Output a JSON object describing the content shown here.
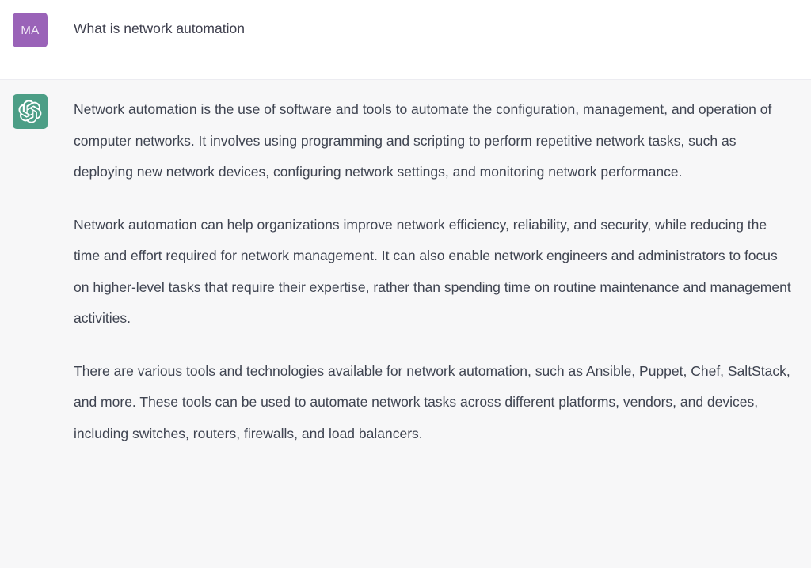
{
  "conversation": {
    "user_message": {
      "avatar": {
        "initials": "MA",
        "color": "#9a63b8",
        "icon_name": "user-avatar"
      },
      "text": "What is network automation"
    },
    "assistant_message": {
      "avatar": {
        "color": "#4c9e86",
        "icon_name": "openai-logo-icon"
      },
      "paragraphs": [
        "Network automation is the use of software and tools to automate the configuration, management, and operation of computer networks. It involves using programming and scripting to perform repetitive network tasks, such as deploying new network devices, configuring network settings, and monitoring network performance.",
        "Network automation can help organizations improve network efficiency, reliability, and security, while reducing the time and effort required for network management. It can also enable network engineers and administrators to focus on higher-level tasks that require their expertise, rather than spending time on routine maintenance and management activities.",
        "There are various tools and technologies available for network automation, such as Ansible, Puppet, Chef, SaltStack, and more. These tools can be used to automate network tasks across different platforms, vendors, and devices, including switches, routers, firewalls, and load balancers."
      ]
    }
  },
  "colors": {
    "user_bg": "#ffffff",
    "assistant_bg": "#f7f7f8",
    "text": "#3f4451",
    "divider": "#ececf1"
  }
}
